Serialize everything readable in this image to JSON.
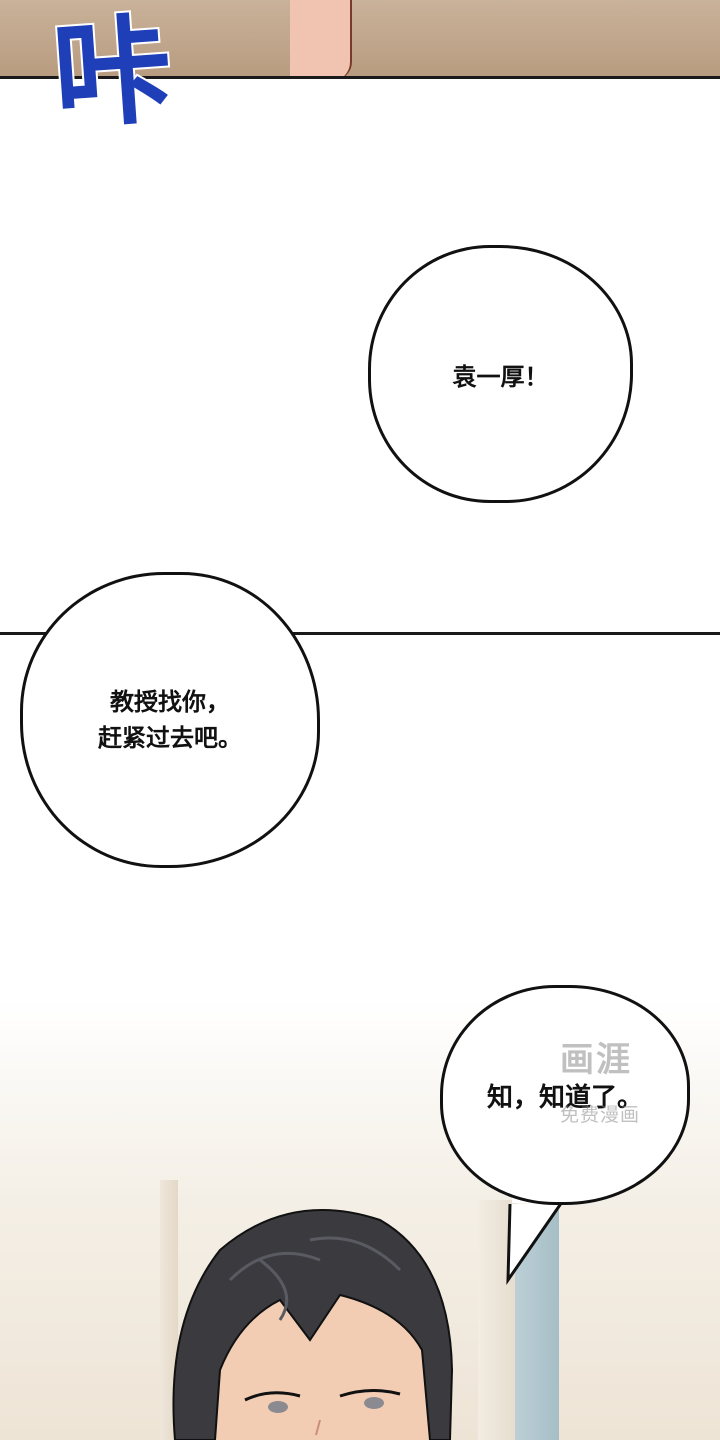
{
  "sfx": {
    "text": "咔",
    "color": "#1f3fb8"
  },
  "bubbles": [
    {
      "lines": [
        "袁一厚！"
      ]
    },
    {
      "lines": [
        "教授找你，",
        "赶紧过去吧。"
      ]
    },
    {
      "lines": [
        "知，知道了。"
      ]
    }
  ],
  "watermark": {
    "brand": "画涯",
    "tagline": "免费漫画"
  },
  "colors": {
    "ink": "#111111",
    "hair": "#3a3a3f",
    "skin": "#f2cdb4",
    "door": "#a6bec6"
  }
}
